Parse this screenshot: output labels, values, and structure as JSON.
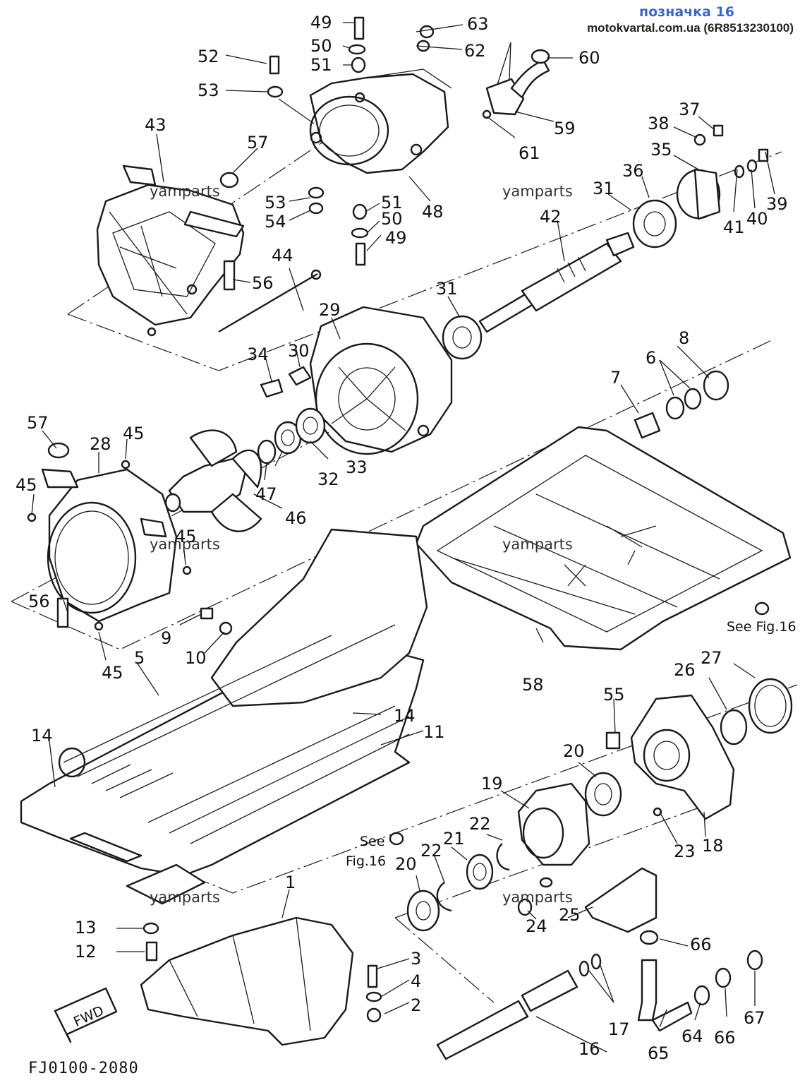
{
  "header": {
    "title": "позначка 16",
    "source": "motokvartal.com.ua (6R8513230100)"
  },
  "watermark": "yamparts",
  "drawing_code": "FJ0100-2080",
  "fwd_label": "FWD",
  "see_fig_1": {
    "see": "See",
    "fig": "Fig.16"
  },
  "see_fig_2": "See Fig.16",
  "callouts": [
    "49",
    "50",
    "51",
    "63",
    "62",
    "60",
    "52",
    "53",
    "59",
    "61",
    "43",
    "57",
    "37",
    "38",
    "35",
    "36",
    "31",
    "39",
    "53",
    "54",
    "51",
    "50",
    "49",
    "48",
    "40",
    "41",
    "42",
    "44",
    "56",
    "31",
    "29",
    "30",
    "34",
    "8",
    "6",
    "7",
    "57",
    "28",
    "45",
    "45",
    "32",
    "33",
    "47",
    "46",
    "45",
    "56",
    "9",
    "10",
    "45",
    "5",
    "14",
    "14",
    "11",
    "58",
    "55",
    "26",
    "27",
    "20",
    "19",
    "22",
    "21",
    "22",
    "20",
    "23",
    "18",
    "24",
    "25",
    "13",
    "12",
    "3",
    "4",
    "2",
    "1",
    "16",
    "17",
    "66",
    "65",
    "64",
    "66",
    "67"
  ]
}
